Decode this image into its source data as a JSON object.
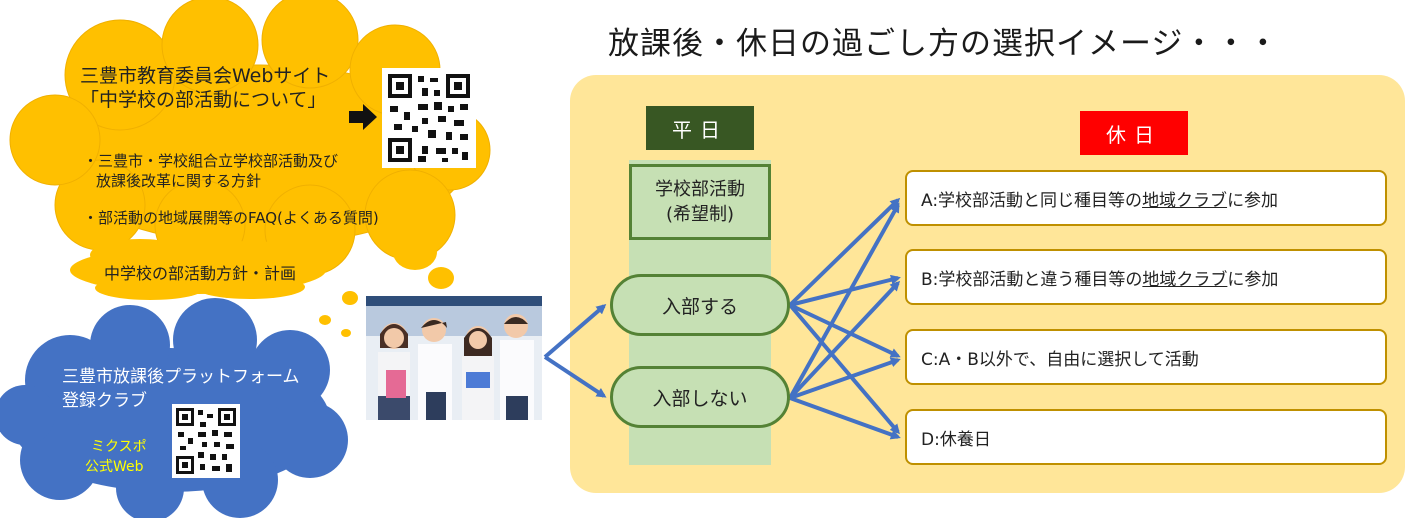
{
  "title": "放課後・休日の過ごし方の選択イメージ・・・",
  "weekday": {
    "header": "平日",
    "school_activity_line1": "学校部活動",
    "school_activity_line2": "(希望制)",
    "join": "入部する",
    "not_join": "入部しない"
  },
  "holiday": {
    "header": "休日",
    "options": [
      {
        "prefix": "A:学校部活動と同じ種目等の",
        "club": "地域クラブ",
        "suffix": "に参加"
      },
      {
        "prefix": "B:学校部活動と違う種目等の",
        "club": "地域クラブ",
        "suffix": "に参加"
      },
      {
        "prefix": "C:A・B以外で、自由に選択して活動",
        "club": "",
        "suffix": ""
      },
      {
        "prefix": "D:休養日",
        "club": "",
        "suffix": ""
      }
    ]
  },
  "yellow_cloud": {
    "title_line1": "三豊市教育委員会Webサイト",
    "title_line2": "「中学校の部活動について」",
    "bullet1_line1": "・三豊市・学校組合立学校部活動及び",
    "bullet1_line2": "放課後改革に関する方針",
    "bullet2": "・部活動の地域展開等のFAQ(よくある質問)"
  },
  "small_cloud": {
    "text": "中学校の部活動方針・計画"
  },
  "blue_cloud": {
    "title_line1": "三豊市放課後プラットフォーム",
    "title_line2": "登録クラブ",
    "mixspo_line1": "ミクスポ",
    "mixspo_line2": "公式Web"
  },
  "colors": {
    "yellow_cloud": "#ffc000",
    "blue_cloud": "#4472c4",
    "panel": "#ffe699",
    "weekday_header": "#385723",
    "holiday_header": "#ff0000",
    "weekday_column": "#c6e0b4",
    "arrow": "#4472c4",
    "option_border": "#bf9000"
  }
}
